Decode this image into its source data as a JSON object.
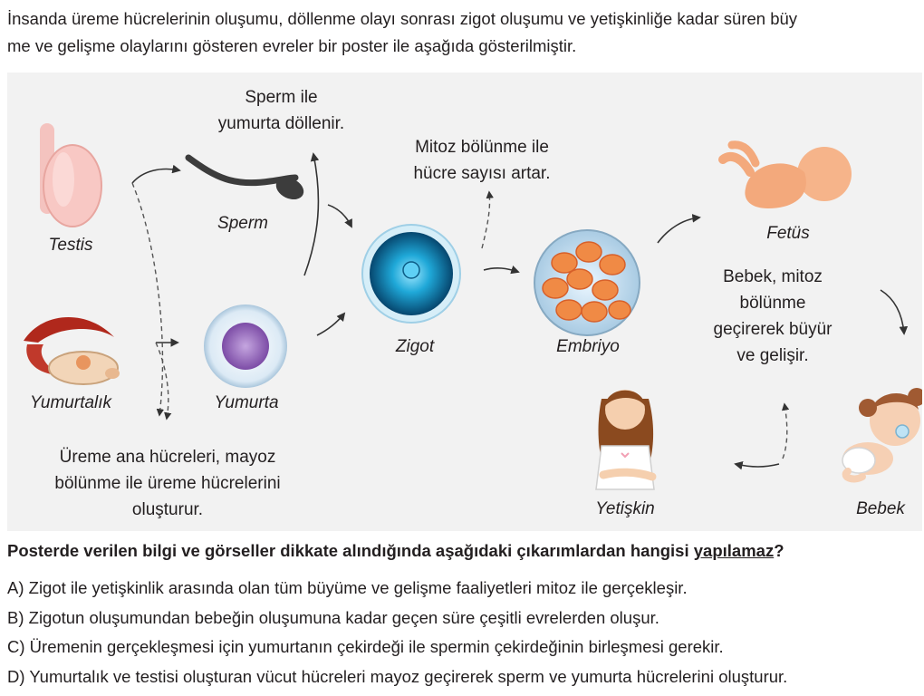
{
  "intro": "İnsanda üreme hücrelerinin oluşumu, döllenme olayı sonrası zigot oluşumu ve yetişkinliğe kadar süren büyüme ve gelişme olaylarını gösteren evreler bir poster ile aşağıda gösterilmiştir.",
  "intro_line1": "İnsanda üreme hücrelerinin oluşumu, döllenme olayı sonrası zigot oluşumu ve yetişkinliğe kadar süren büy",
  "intro_line2": "me ve gelişme olaylarını gösteren evreler bir poster ile aşağıda gösterilmiştir.",
  "poster": {
    "notes": {
      "fertilization": [
        "Sperm ile",
        "yumurta döllenir."
      ],
      "mitosis": [
        "Mitoz bölünme ile",
        "hücre sayısı artar."
      ],
      "baby_growth": [
        "Bebek, mitoz",
        "bölünme",
        "geçirerek büyür",
        "ve gelişir."
      ],
      "meiosis": [
        "Üreme ana hücreleri, mayoz",
        "bölünme ile üreme hücrelerini",
        "oluşturur."
      ]
    },
    "labels": {
      "testis": "Testis",
      "ovary": "Yumurtalık",
      "sperm": "Sperm",
      "egg": "Yumurta",
      "zygote": "Zigot",
      "embryo": "Embriyo",
      "fetus": "Fetüs",
      "baby": "Bebek",
      "adult": "Yetişkin"
    },
    "colors": {
      "background": "#f2f2f2",
      "zygote": "#1f9fd0",
      "egg_nucleus": "#8e5fb0",
      "embryo_cells": "#f07f3a",
      "fetus": "#f6b48a",
      "testis": "#f7b9b5",
      "ovary": "#c0392b"
    }
  },
  "question": {
    "prefix": "Posterde verilen bilgi ve görseller dikkate alındığında aşağıdaki çıkarımlardan hangisi",
    "emphasis": "yapılamaz",
    "suffix": "?"
  },
  "options": [
    {
      "letter": "A)",
      "text": "Zigot ile yetişkinlik arasında olan tüm büyüme ve gelişme faaliyetleri mitoz ile gerçekleşir."
    },
    {
      "letter": "B)",
      "text": "Zigotun oluşumundan bebeğin oluşumuna kadar geçen süre çeşitli evrelerden oluşur."
    },
    {
      "letter": "C)",
      "text": "Üremenin gerçekleşmesi için yumurtanın çekirdeği ile spermin çekirdeğinin birleşmesi gerekir."
    },
    {
      "letter": "D)",
      "text": "Yumurtalık ve testisi oluşturan vücut hücreleri mayoz geçirerek sperm ve yumurta hücrelerini oluşturur."
    }
  ]
}
